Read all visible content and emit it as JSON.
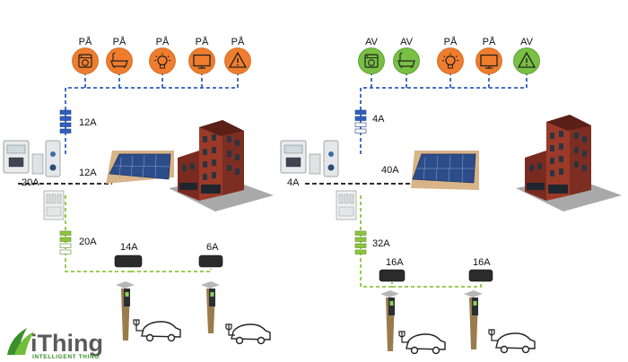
{
  "left_scenario": {
    "appliances": [
      {
        "state": "PÅ",
        "icon": "washing-machine-icon",
        "color": "#ef7d2d"
      },
      {
        "state": "PÅ",
        "icon": "bathtub-icon",
        "color": "#ef7d2d"
      },
      {
        "state": "PÅ",
        "icon": "light-bulb-icon",
        "color": "#ef7d2d"
      },
      {
        "state": "PÅ",
        "icon": "television-icon",
        "color": "#ef7d2d"
      },
      {
        "state": "PÅ",
        "icon": "warning-icon",
        "color": "#ef7d2d"
      }
    ],
    "house_current": "12A",
    "solar_current": "12A",
    "grid_current": "20A",
    "ev_circuit_current": "20A",
    "chargers": [
      "14A",
      "6A"
    ]
  },
  "right_scenario": {
    "appliances": [
      {
        "state": "AV",
        "icon": "washing-machine-icon",
        "color": "#77c043"
      },
      {
        "state": "AV",
        "icon": "bathtub-icon",
        "color": "#77c043"
      },
      {
        "state": "PÅ",
        "icon": "light-bulb-icon",
        "color": "#ef7d2d"
      },
      {
        "state": "PÅ",
        "icon": "television-icon",
        "color": "#ef7d2d"
      },
      {
        "state": "AV",
        "icon": "warning-icon",
        "color": "#77c043"
      }
    ],
    "house_current": "4A",
    "solar_current": "40A",
    "grid_current": "4A",
    "ev_circuit_current": "32A",
    "chargers": [
      "16A",
      "16A"
    ]
  },
  "colors": {
    "house_line": "#2f5fbf",
    "ev_line": "#8cc63f",
    "solar_line": "#111111"
  },
  "logo": {
    "name": "iThing",
    "tagline": "INTELLIGENT THING"
  }
}
